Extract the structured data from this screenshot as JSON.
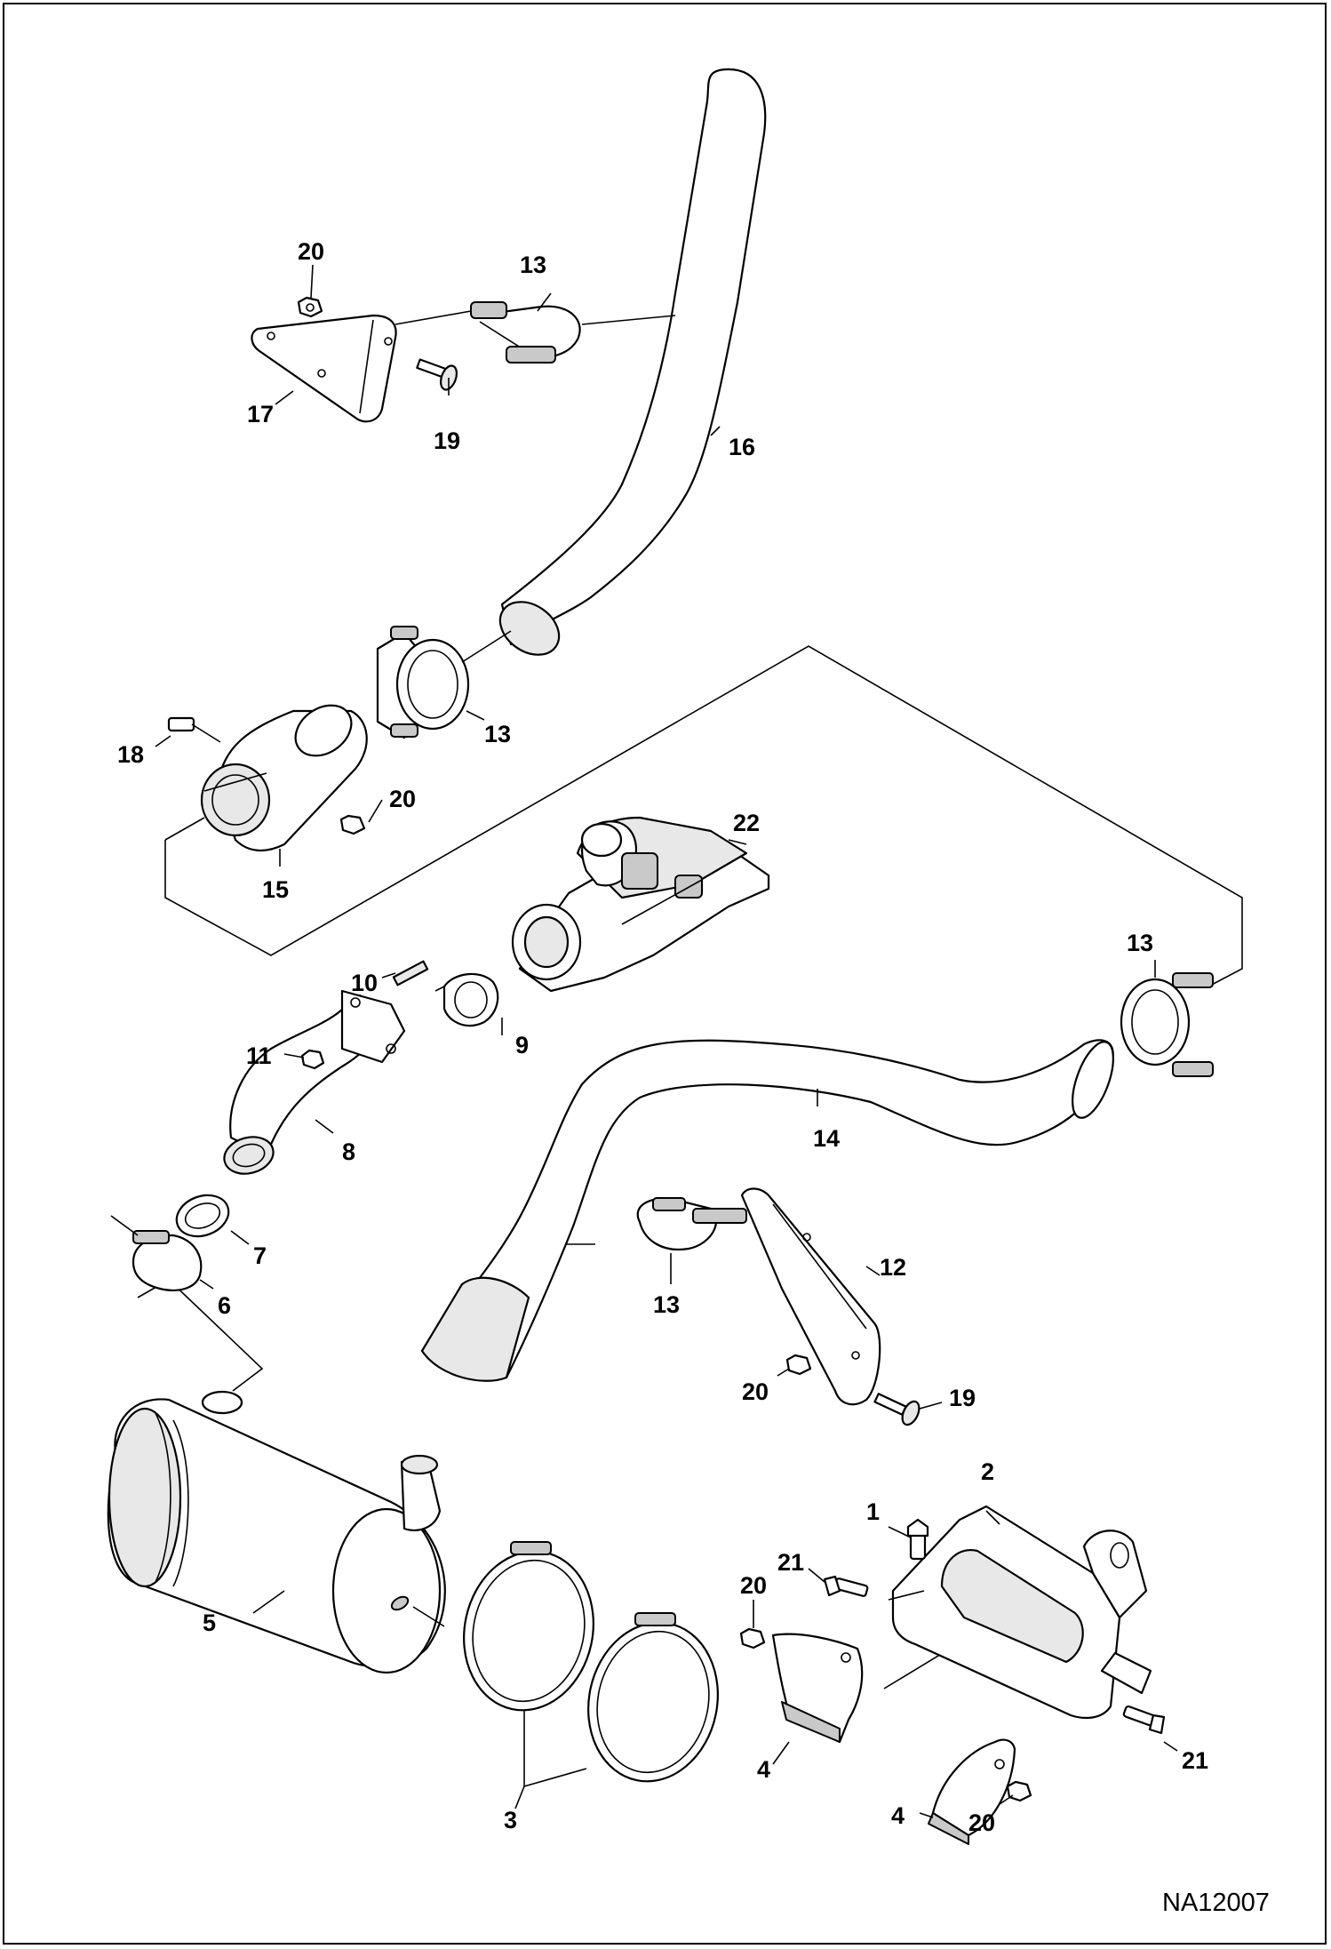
{
  "drawing": {
    "reference": "NA12007"
  },
  "callouts": [
    {
      "id": "c1",
      "label": "1"
    },
    {
      "id": "c2",
      "label": "2"
    },
    {
      "id": "c3",
      "label": "3"
    },
    {
      "id": "c4a",
      "label": "4"
    },
    {
      "id": "c4b",
      "label": "4"
    },
    {
      "id": "c5",
      "label": "5"
    },
    {
      "id": "c6",
      "label": "6"
    },
    {
      "id": "c7",
      "label": "7"
    },
    {
      "id": "c8",
      "label": "8"
    },
    {
      "id": "c9",
      "label": "9"
    },
    {
      "id": "c10",
      "label": "10"
    },
    {
      "id": "c11",
      "label": "11"
    },
    {
      "id": "c12",
      "label": "12"
    },
    {
      "id": "c13a",
      "label": "13"
    },
    {
      "id": "c13b",
      "label": "13"
    },
    {
      "id": "c13c",
      "label": "13"
    },
    {
      "id": "c13d",
      "label": "13"
    },
    {
      "id": "c14",
      "label": "14"
    },
    {
      "id": "c15",
      "label": "15"
    },
    {
      "id": "c16",
      "label": "16"
    },
    {
      "id": "c17",
      "label": "17"
    },
    {
      "id": "c18",
      "label": "18"
    },
    {
      "id": "c19a",
      "label": "19"
    },
    {
      "id": "c19b",
      "label": "19"
    },
    {
      "id": "c20a",
      "label": "20"
    },
    {
      "id": "c20b",
      "label": "20"
    },
    {
      "id": "c20c",
      "label": "20"
    },
    {
      "id": "c20d",
      "label": "20"
    },
    {
      "id": "c20e",
      "label": "20"
    },
    {
      "id": "c21a",
      "label": "21"
    },
    {
      "id": "c21b",
      "label": "21"
    },
    {
      "id": "c22",
      "label": "22"
    }
  ]
}
